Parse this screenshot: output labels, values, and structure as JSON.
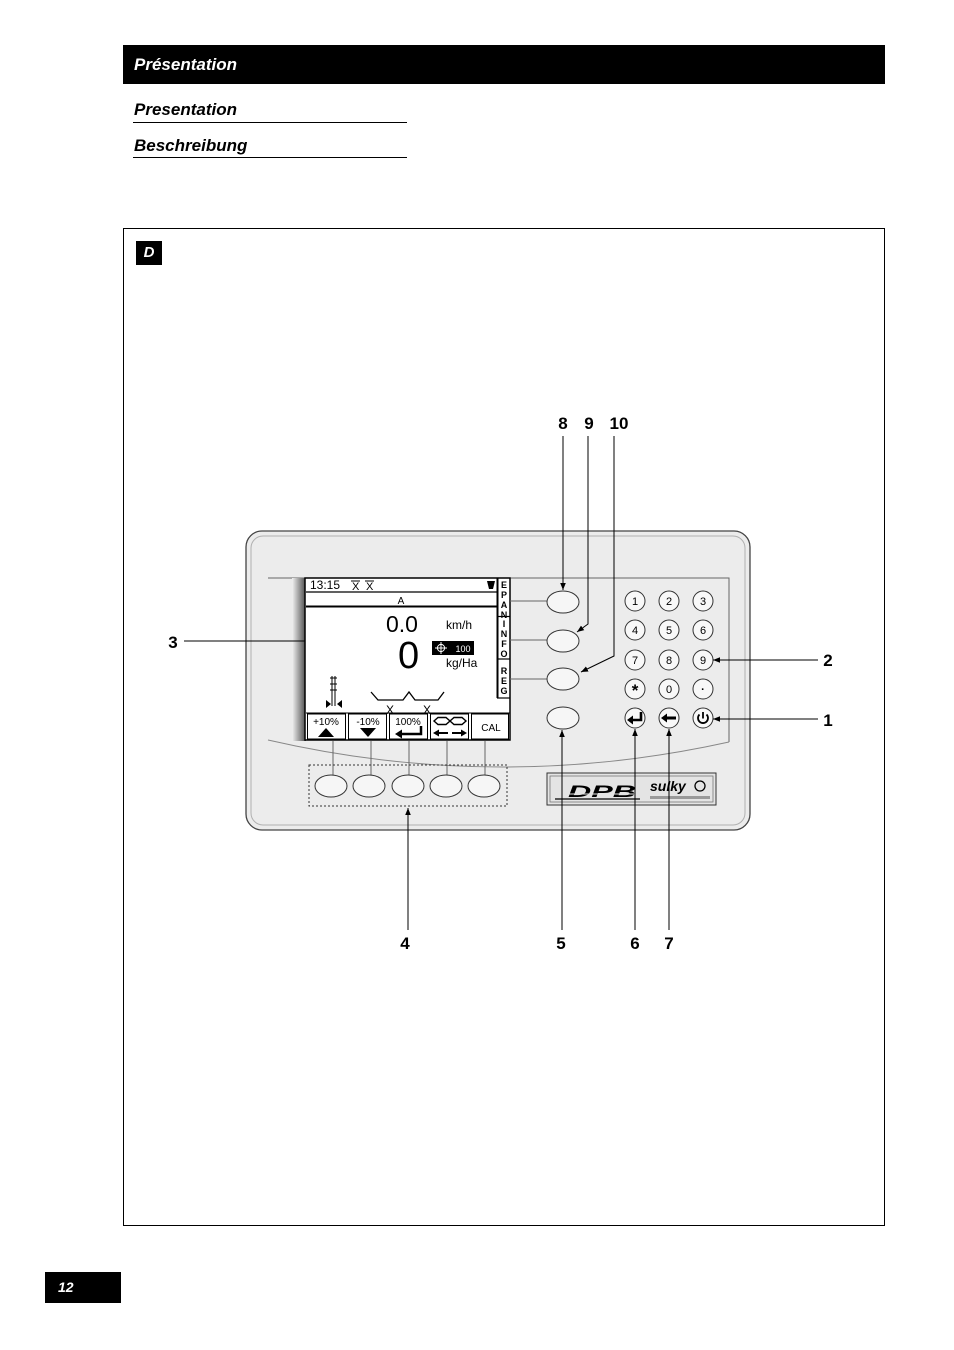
{
  "header": {
    "title": "Présentation"
  },
  "subheadings": {
    "english": "Presentation",
    "german": "Beschreibung"
  },
  "colors": {
    "header_bg": "#000000",
    "header_text": "#ffffff",
    "device_fill": "#ececec"
  },
  "figure": {
    "badge": "D",
    "callouts": {
      "top": [
        "8",
        "9",
        "10"
      ],
      "left": [
        "3"
      ],
      "right": [
        "2",
        "1"
      ],
      "bottom": [
        "4",
        "5",
        "6",
        "7"
      ]
    },
    "screen": {
      "clock": "13:15",
      "status_marks": [
        "X",
        "X"
      ],
      "mode": "A",
      "speed": "0.0",
      "speed_unit": "km/h",
      "rate": "0",
      "rate_unit": "kg/Ha",
      "target_rate": "100",
      "tabs": [
        "EPAN",
        "INFO",
        "REG"
      ],
      "softkeys": [
        {
          "label": "+10%",
          "icon": "up-triangle-icon"
        },
        {
          "label": "-10%",
          "icon": "down-triangle-icon"
        },
        {
          "label": "100%",
          "icon": "return-arrow-icon"
        },
        {
          "label": "",
          "icon": "tramline-icon"
        },
        {
          "label": "CAL",
          "icon": ""
        }
      ],
      "boom_marks": [
        "X",
        "X"
      ]
    },
    "keypad": {
      "keys": [
        "1",
        "2",
        "3",
        "4",
        "5",
        "6",
        "7",
        "8",
        "9",
        "*",
        "0",
        "·"
      ],
      "function_keys": [
        "enter-icon",
        "backspace-icon",
        "power-icon"
      ]
    },
    "logo": {
      "brand": "DPB",
      "maker": "sulky"
    }
  },
  "page_number": "12"
}
